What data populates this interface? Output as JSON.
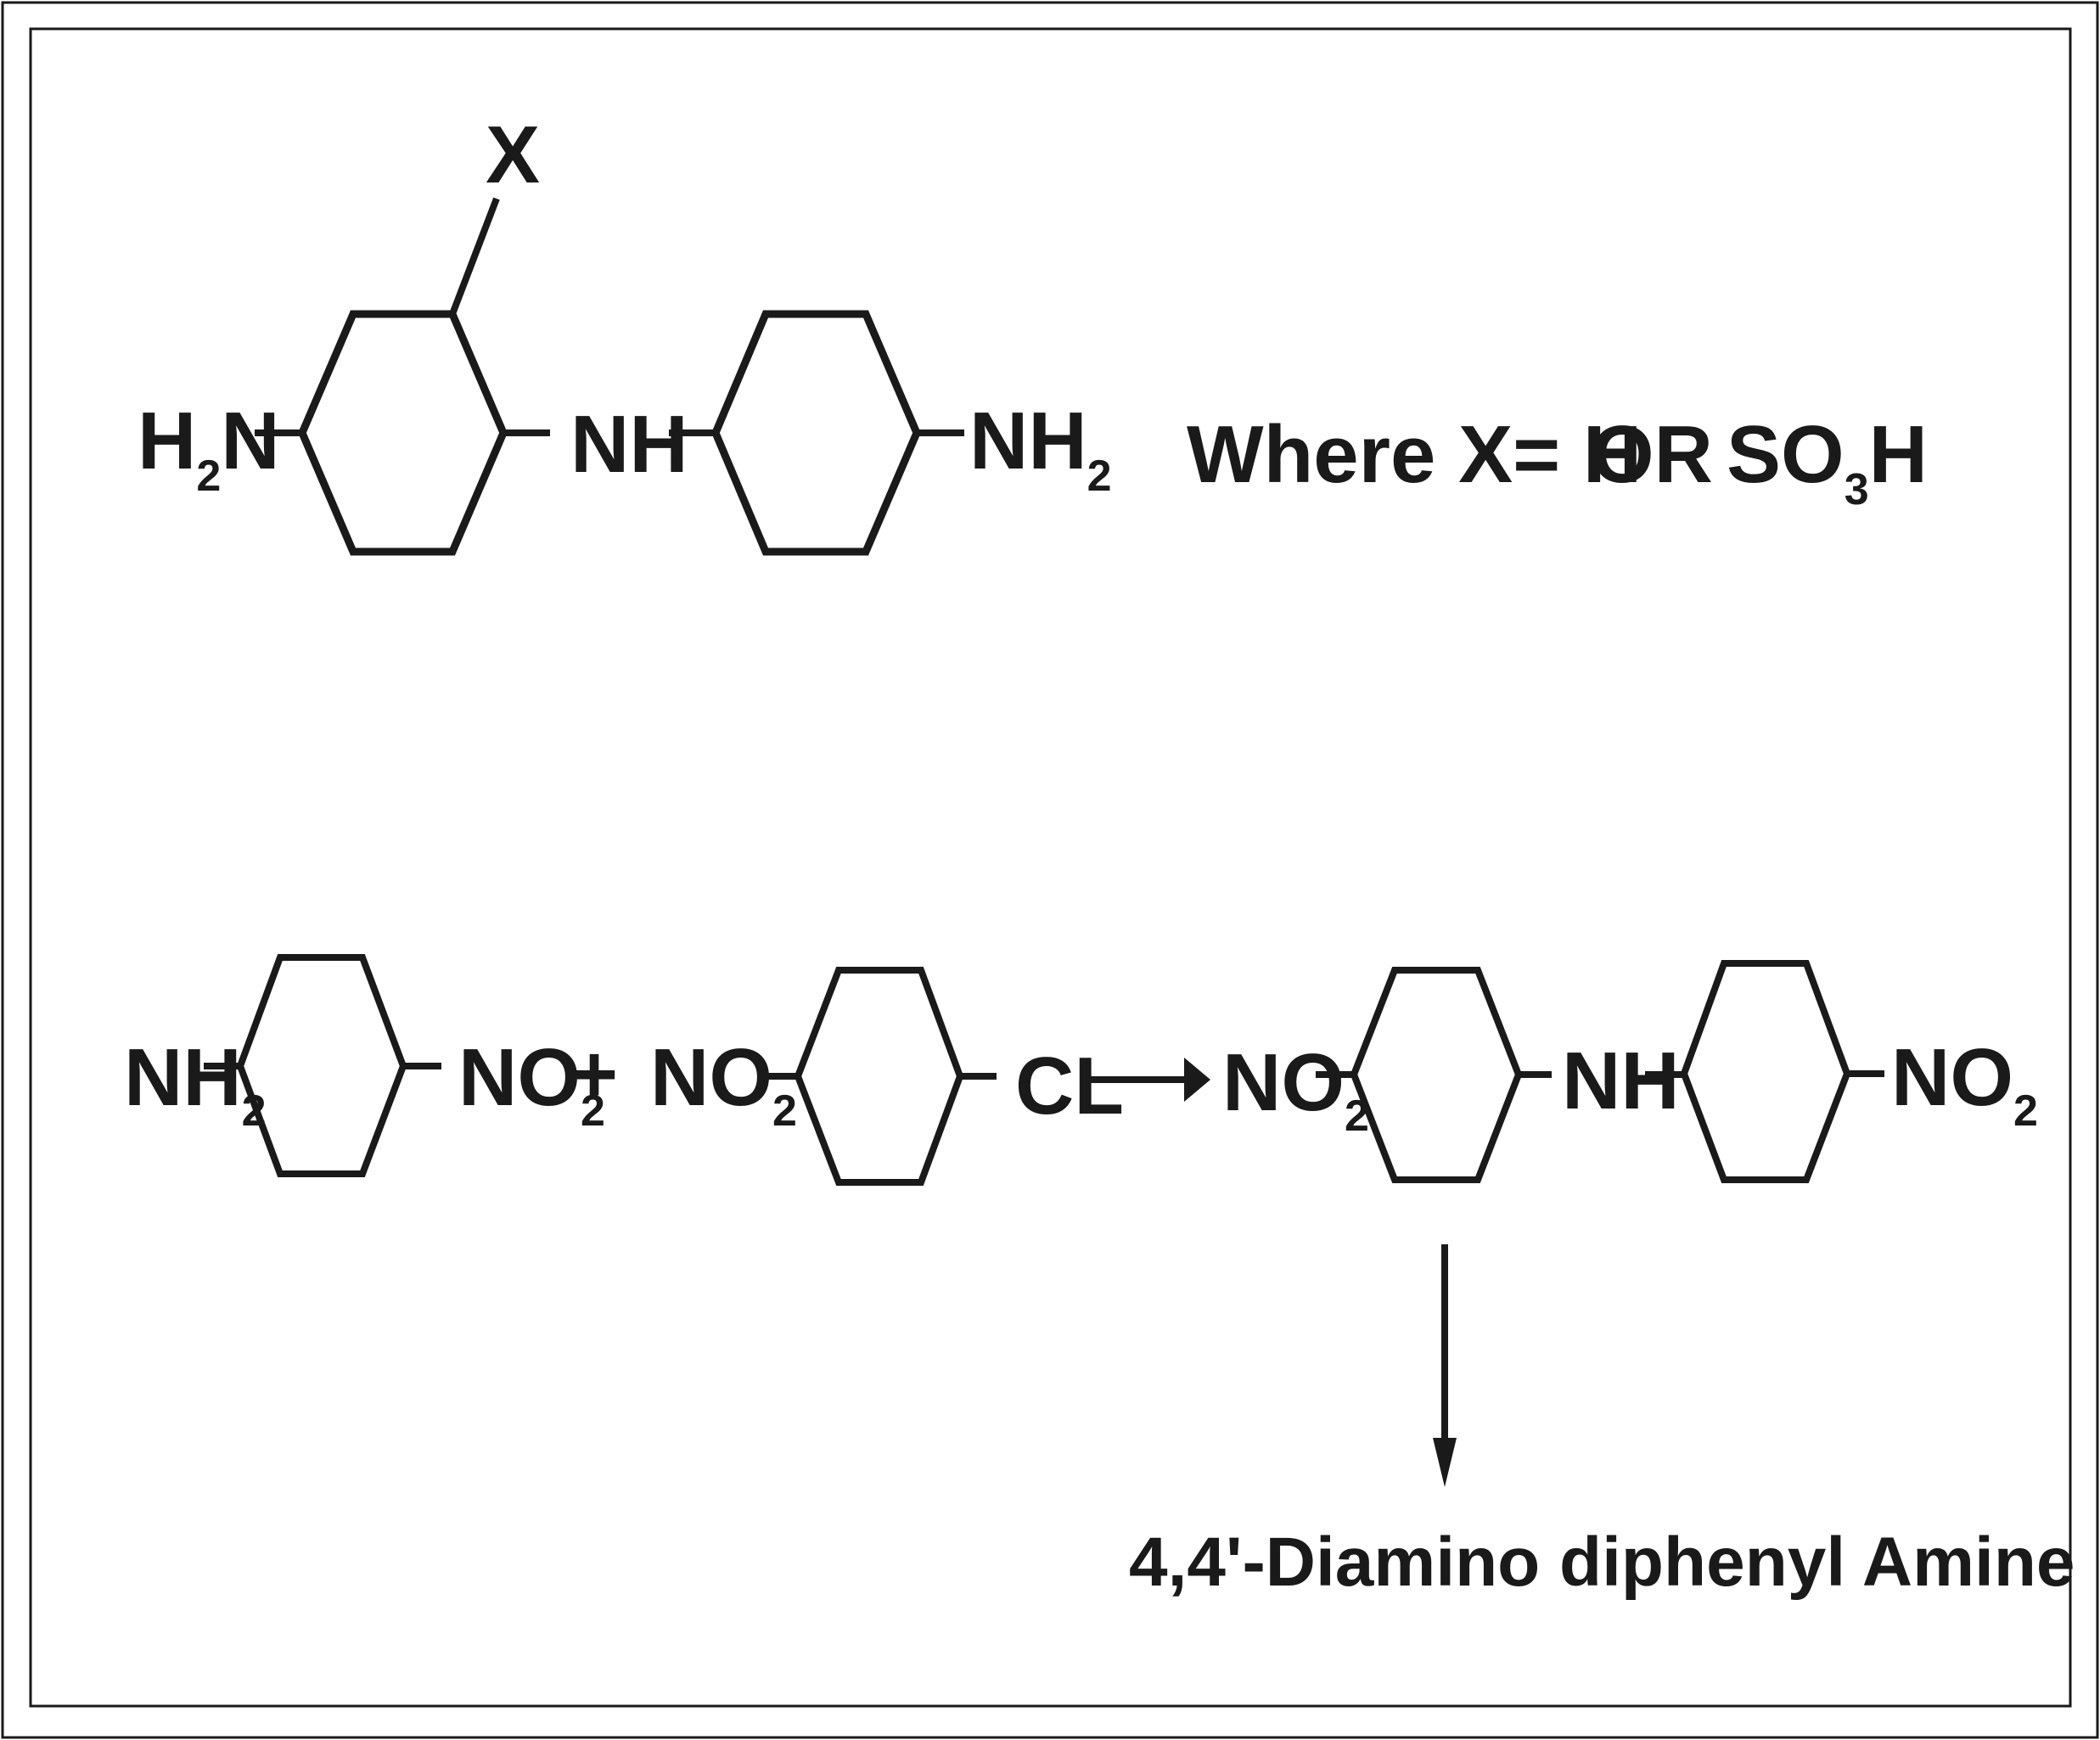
{
  "structure": {
    "x_label": "X",
    "left_amine": {
      "main": "H",
      "sub": "2",
      "tail": "N"
    },
    "bridge": "NH",
    "right_amine": {
      "main": "NH",
      "sub": "2"
    },
    "where_text": "Where X= H",
    "or_text": "OR",
    "so3h": {
      "main": "SO",
      "sub": "3",
      "tail": "H"
    }
  },
  "reaction": {
    "reactant1_left": {
      "main": "NH",
      "sub": "2"
    },
    "reactant1_right": {
      "main": "NO",
      "sub": "2"
    },
    "plus": "+",
    "reactant2_left": {
      "main": "NO",
      "sub": "2"
    },
    "reactant2_right": "CL",
    "product_left": {
      "main": "NO",
      "sub": "2"
    },
    "product_bridge": "NH",
    "product_right": {
      "main": "NO",
      "sub": "2"
    }
  },
  "final_product": "4,4'-Diamino diphenyl Amine"
}
